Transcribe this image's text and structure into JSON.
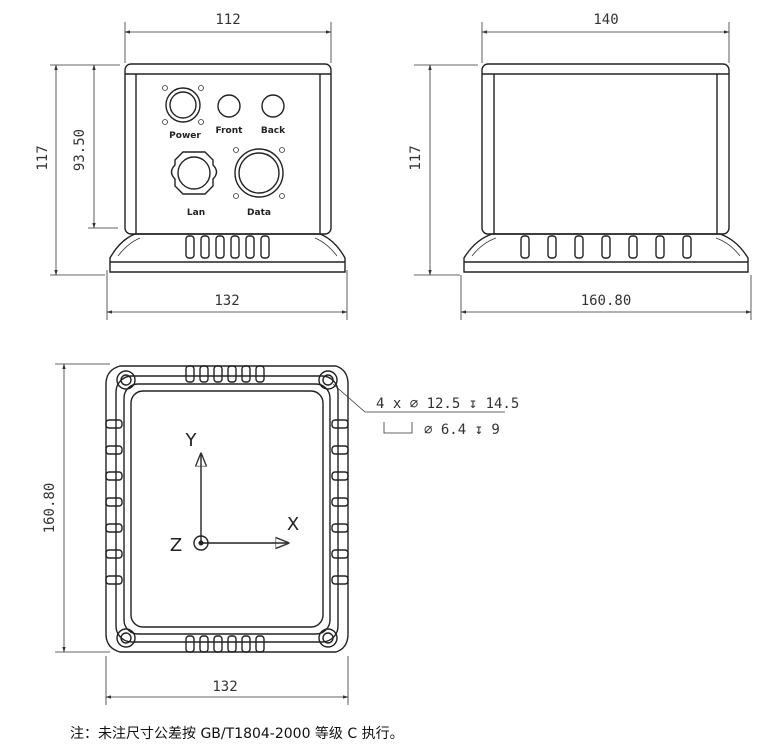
{
  "front_view": {
    "width_top": "112",
    "width_base": "132",
    "height_total": "117",
    "height_body": "93.50",
    "connectors": {
      "power": "Power",
      "front": "Front",
      "back": "Back",
      "lan": "Lan",
      "data": "Data"
    }
  },
  "side_view": {
    "width_top": "140",
    "width_base": "160.80",
    "height_total": "117"
  },
  "bottom_view": {
    "height": "160.80",
    "width": "132",
    "hole_callout_1": "4 x ⌀ 12.5 ↧ 14.5",
    "hole_callout_2": "⌀ 6.4 ↧ 9",
    "axis_x": "X",
    "axis_y": "Y",
    "axis_z": "Z"
  },
  "note": "注：未注尺寸公差按 GB/T1804-2000 等级 C 执行。"
}
